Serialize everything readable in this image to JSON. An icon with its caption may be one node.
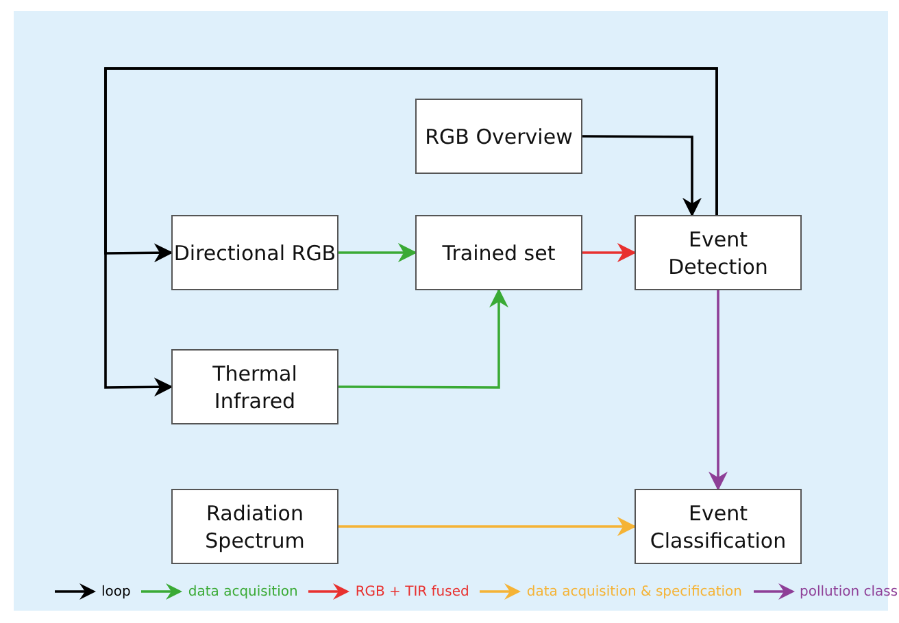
{
  "diagram": {
    "nodes": [
      {
        "text": [
          "RGB Overview"
        ]
      },
      {
        "text": [
          "Directional RGB"
        ]
      },
      {
        "text": [
          "Trained set"
        ]
      },
      {
        "text": [
          "Event Detection"
        ]
      },
      {
        "text": [
          "Thermal Infrared"
        ]
      },
      {
        "text": [
          "Radiation Spectrum"
        ]
      },
      {
        "text": [
          "Event Classification"
        ]
      }
    ],
    "edges": [
      {
        "from": 3,
        "to": 1,
        "arrow": "to"
      },
      {
        "from": 3,
        "to": 4,
        "arrow": "to"
      },
      {
        "from": 0,
        "to": 3,
        "arrow": "to"
      },
      {
        "from": 1,
        "to": 2,
        "arrow": "to",
        "color": "#3aaa35"
      },
      {
        "from": 4,
        "to": 2,
        "arrow": "to",
        "color": "#3aaa35"
      },
      {
        "from": 2,
        "to": 3,
        "arrow": "to",
        "color": "#e8312f"
      },
      {
        "from": 3,
        "to": 6,
        "arrow": "to",
        "color": "#8e3f97"
      },
      {
        "from": 5,
        "to": 6,
        "arrow": "to",
        "color": "#f5b335"
      }
    ],
    "legend": [
      {
        "text": "loop",
        "color": "#000000"
      },
      {
        "text": "data acquisition",
        "color": "#3aaa35"
      },
      {
        "text": "RGB + TIR fused",
        "color": "#e8312f"
      },
      {
        "text": "data acquisition & specification",
        "color": "#f5b335"
      },
      {
        "text": "pollution class",
        "color": "#8e3f97"
      }
    ]
  }
}
